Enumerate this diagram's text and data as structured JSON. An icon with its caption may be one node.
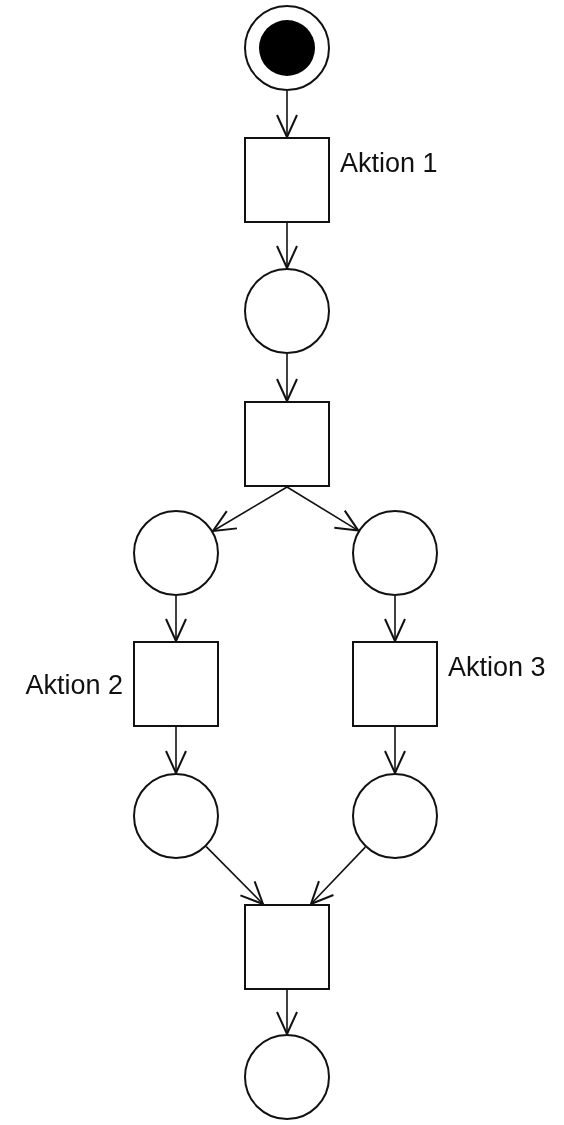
{
  "diagram": {
    "nodes": [
      {
        "text": [],
        "shape": "circle"
      },
      {
        "text": [],
        "shape": "box",
        "beside": [
          "Aktion 1"
        ]
      },
      {
        "text": [],
        "shape": "circle"
      },
      {
        "text": [],
        "shape": "box"
      },
      {
        "text": [],
        "shape": "circle"
      },
      {
        "text": [],
        "shape": "circle"
      },
      {
        "text": [],
        "shape": "box",
        "beside": [
          "Aktion 2"
        ]
      },
      {
        "text": [],
        "shape": "box",
        "beside": [
          "Aktion 3"
        ]
      },
      {
        "text": [],
        "shape": "circle"
      },
      {
        "text": [],
        "shape": "circle"
      },
      {
        "text": [],
        "shape": "box"
      },
      {
        "text": [],
        "shape": "circle"
      }
    ],
    "edges": [
      {
        "from": 0,
        "to": 1,
        "arrow": "to"
      },
      {
        "from": 1,
        "to": 2,
        "arrow": "to"
      },
      {
        "from": 2,
        "to": 3,
        "arrow": "to"
      },
      {
        "from": 3,
        "to": 4,
        "arrow": "to"
      },
      {
        "from": 3,
        "to": 5,
        "arrow": "to"
      },
      {
        "from": 4,
        "to": 6,
        "arrow": "to"
      },
      {
        "from": 5,
        "to": 7,
        "arrow": "to"
      },
      {
        "from": 6,
        "to": 8,
        "arrow": "to"
      },
      {
        "from": 7,
        "to": 9,
        "arrow": "to"
      },
      {
        "from": 8,
        "to": 10,
        "arrow": "to"
      },
      {
        "from": 9,
        "to": 10,
        "arrow": "to"
      },
      {
        "from": 10,
        "to": 11,
        "arrow": "to"
      }
    ]
  }
}
